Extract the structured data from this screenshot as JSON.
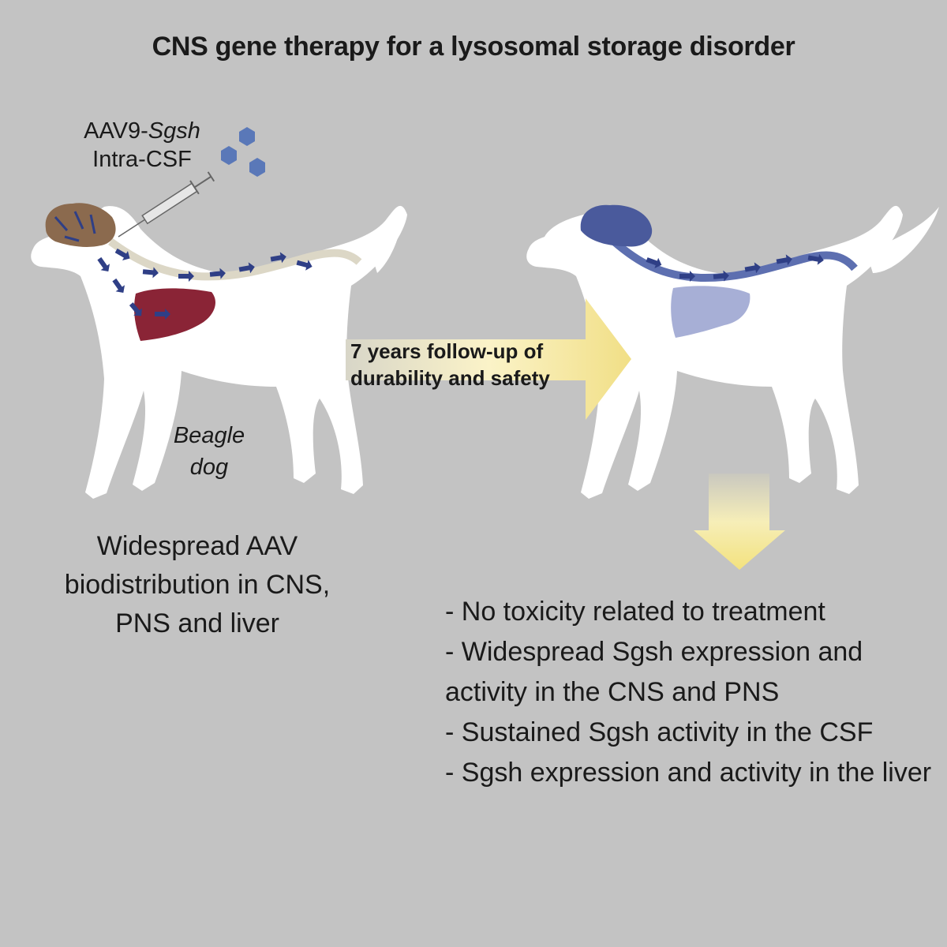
{
  "title": "CNS gene therapy for a lysosomal storage disorder",
  "injection": {
    "vector_prefix": "AAV9-",
    "vector_gene": "Sgsh",
    "route": "Intra-CSF"
  },
  "species_label_line1": "Beagle",
  "species_label_line2": "dog",
  "timeline_arrow": {
    "line1": "7 years follow-up of",
    "line2": "durability and safety"
  },
  "left_summary": {
    "line1": "Widespread AAV",
    "line2": "biodistribution in CNS,",
    "line3": "PNS and liver"
  },
  "findings": [
    "- No toxicity related to treatment",
    "- Widespread Sgsh expression and activity in the CNS and PNS",
    "- Sustained Sgsh activity in the CSF",
    "- Sgsh expression and activity in the liver"
  ],
  "colors": {
    "background": "#c3c3c3",
    "dog": "#ffffff",
    "vector_particle": "#5a78b8",
    "flow_arrow": "#2f3f86",
    "liver_before": "#8a2436",
    "brain_before": "#8b6a4e",
    "brain_after": "#4a5a9c",
    "liver_after": "#a7afd6",
    "spine_after": "#5d6fb0",
    "highlight_arrow": "#f3e7a0"
  }
}
